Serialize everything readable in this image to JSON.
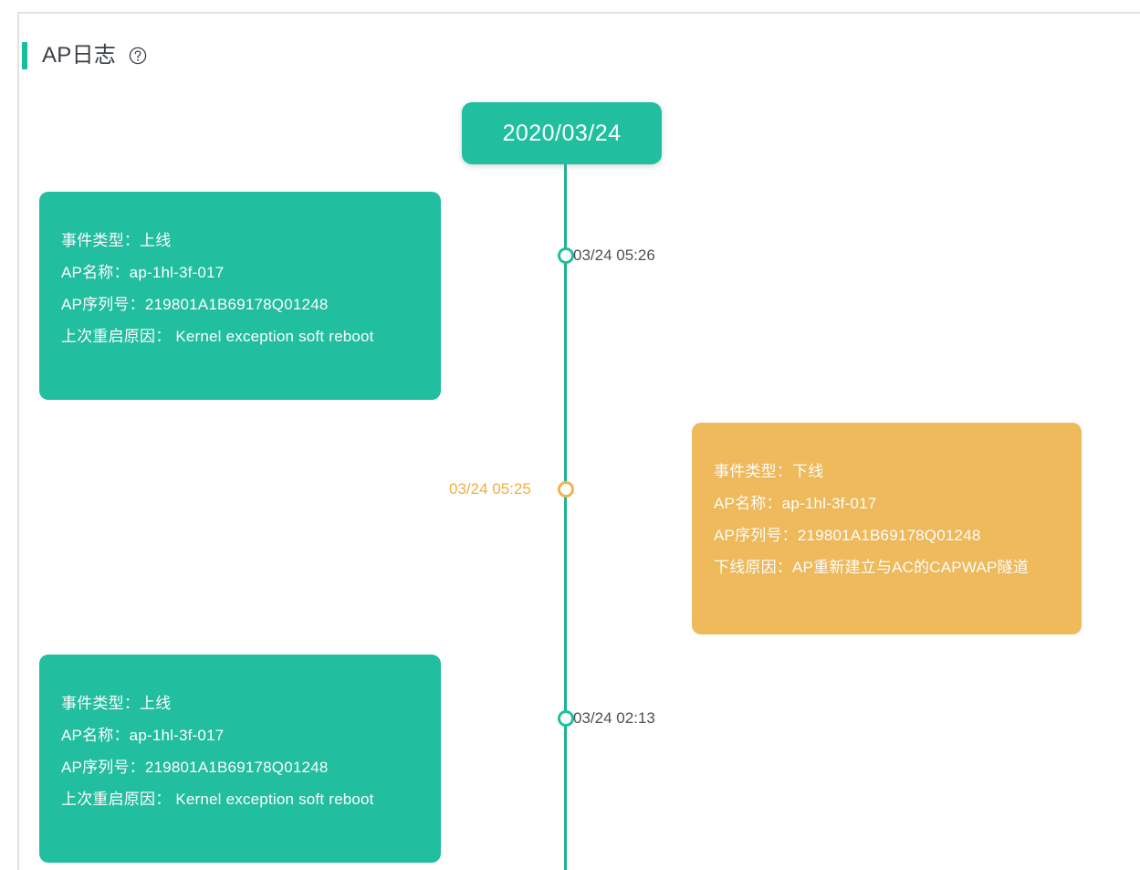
{
  "header": {
    "title": "AP日志",
    "help_icon": "question-circle-icon",
    "accent_color": "#15bf9a"
  },
  "timeline": {
    "date_badge": "2020/03/24",
    "line_color": "#1bb394",
    "markers": [
      {
        "time": "03/24 05:26",
        "color": "#21bfa0",
        "label_color": "#4b5158",
        "side": "right"
      },
      {
        "time": "03/24 05:25",
        "color": "#efb44e",
        "label_color": "#efaf43",
        "side": "left"
      },
      {
        "time": "03/24 02:13",
        "color": "#21bfa0",
        "label_color": "#4b5158",
        "side": "right"
      }
    ]
  },
  "cards": [
    {
      "type": "online",
      "color": "#21bfa0",
      "side": "left",
      "lines": [
        "事件类型：上线",
        "AP名称：ap-1hl-3f-017",
        "AP序列号：219801A1B69178Q01248",
        "上次重启原因： Kernel exception soft reboot"
      ]
    },
    {
      "type": "offline",
      "color": "#efba5b",
      "side": "right",
      "lines": [
        "事件类型：下线",
        "AP名称：ap-1hl-3f-017",
        "AP序列号：219801A1B69178Q01248",
        "下线原因：AP重新建立与AC的CAPWAP隧道"
      ]
    },
    {
      "type": "online",
      "color": "#21bfa0",
      "side": "left",
      "lines": [
        "事件类型：上线",
        "AP名称：ap-1hl-3f-017",
        "AP序列号：219801A1B69178Q01248",
        "上次重启原因： Kernel exception soft reboot"
      ]
    }
  ]
}
